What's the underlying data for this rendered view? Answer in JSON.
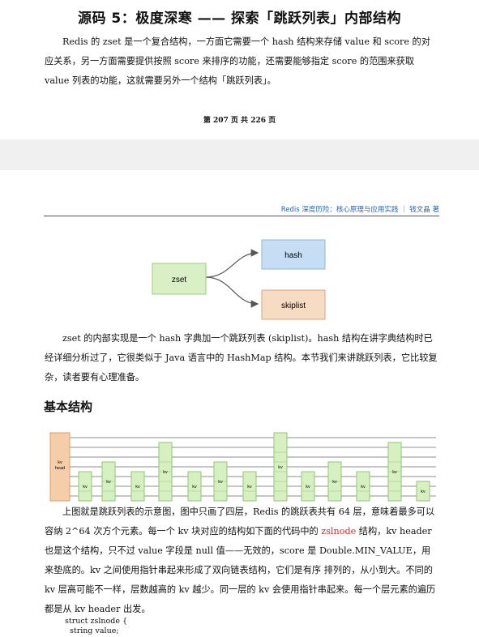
{
  "page1": {
    "title": "源码 5：极度深寒 —— 探索「跳跃列表」内部结构",
    "intro": "Redis 的 zset 是一个复合结构，一方面它需要一个 hash 结构来存储 value 和 score 的对应关系，另一方面需要提供按照 score 来排序的功能，还需要能够指定 score 的范围来获取 value 列表的功能，这就需要另外一个结构「跳跃列表」。",
    "page_number": "第 207 页 共 226 页"
  },
  "page2": {
    "running_head": "Redis 深度历险：核心原理与应用实践 ｜ 钱文晶 著",
    "diagram": {
      "center": "zset",
      "hash": "hash",
      "skiplist": "skiplist"
    },
    "para_zset": "zset 的内部实现是一个 hash 字典加一个跳跃列表 (skiplist)。hash 结构在讲字典结构时已经详细分析过了，它很类似于 Java 语言中的 HashMap 结构。本节我们来讲跳跃列表，它比较复杂，读者要有心理准备。",
    "heading": "基本结构",
    "skiplist_labels": {
      "head": "kv\nhead",
      "node": "kv"
    },
    "para_struct_a": "上图就是跳跃列表的示意图，图中只画了四层，Redis 的跳跃表共有 64 层，意味着最多可以容纳 2^64 次方个元素。每一个 kv 块对应的结构如下面的代码中的 ",
    "para_struct_hl": "zslnode",
    "para_struct_b": " 结构，kv header 也是这个结构，只不过 value 字段是 null 值——无效的，score 是 Double.MIN_VALUE，用来垫底的。kv 之间使用指针串起来形成了双向链表结构，它们是有序 排列的，从小到大。不同的 kv 层高可能不一样，层数越高的 kv 越少。同一层的 kv 会使用指针串起来。每一个层元素的遍历都是从 kv header 出发。",
    "code": [
      "struct zslnode {",
      "  string value;"
    ]
  },
  "colors": {
    "hash_fill": "#c6def4",
    "hash_stroke": "#8fb6dc",
    "zset_fill": "#d9f0c6",
    "zset_stroke": "#9ccc7a",
    "skiplist_fill": "#f7dcc4",
    "skiplist_stroke": "#d8a57e",
    "node_fill": "#d6f0c2",
    "node_stroke": "#94c477",
    "head_fill": "#f5cda8",
    "head_stroke": "#d89d6c",
    "highlight": "#d42a2a",
    "running_head": "#2a64a8"
  }
}
